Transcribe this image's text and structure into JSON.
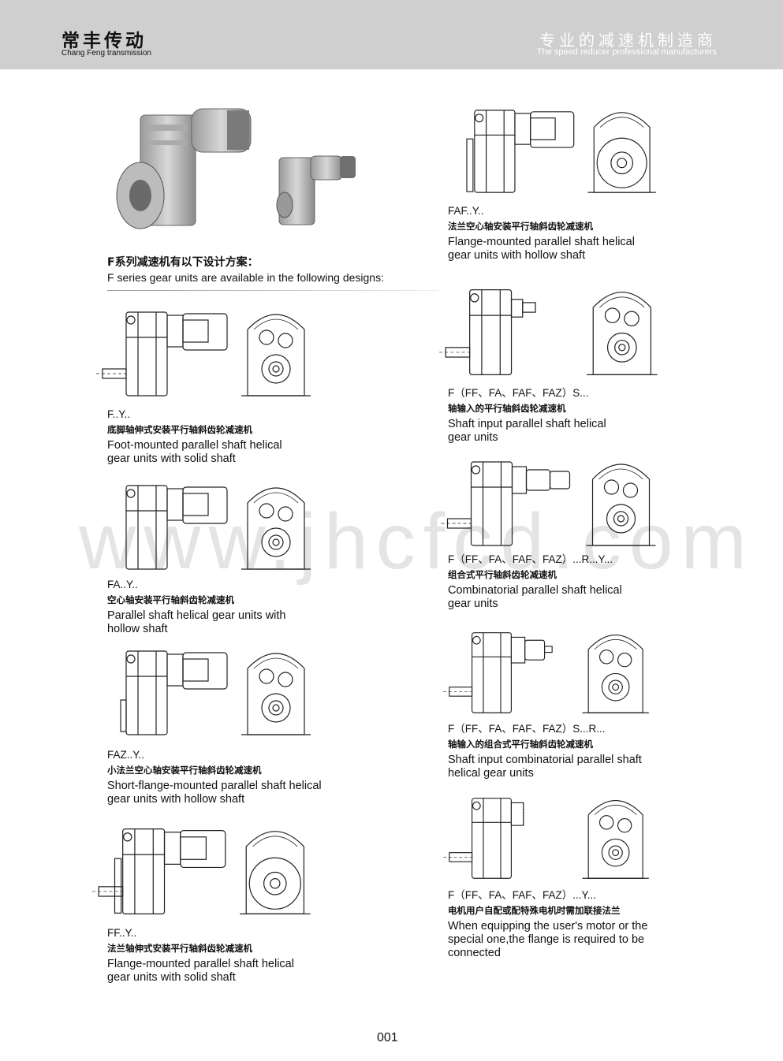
{
  "header": {
    "brand_cn": "常丰传动",
    "brand_en": "Chang Feng transmission",
    "slogan_cn": "专业的减速机制造商",
    "slogan_en": "The speed reducer professional manufacturers"
  },
  "watermark": "www.jhcfcd.com",
  "intro": {
    "cn": "F系列减速机有以下设计方案：",
    "en": "F series gear units are available in the following designs:"
  },
  "designs": [
    {
      "code": "F..Y..",
      "cn": "底脚轴伸式安装平行轴斜齿轮减速机",
      "en1": "Foot-mounted parallel shaft helical",
      "en2": "gear units with solid shaft"
    },
    {
      "code": "FA..Y..",
      "cn": "空心轴安装平行轴斜齿轮减速机",
      "en1": "Parallel shaft helical gear units with",
      "en2": "hollow shaft"
    },
    {
      "code": "FAZ..Y..",
      "cn": "小法兰空心轴安装平行轴斜齿轮减速机",
      "en1": "Short-flange-mounted parallel shaft helical",
      "en2": "gear units with hollow shaft"
    },
    {
      "code": "FF..Y..",
      "cn": "法兰轴伸式安装平行轴斜齿轮减速机",
      "en1": "Flange-mounted parallel shaft helical",
      "en2": "gear units with solid shaft"
    },
    {
      "code": "FAF..Y..",
      "cn": "法兰空心轴安装平行轴斜齿轮减速机",
      "en1": "Flange-mounted parallel shaft helical",
      "en2": "gear units with hollow shaft"
    },
    {
      "code": "F（FF、FA、FAF、FAZ）S...",
      "cn": "轴输入的平行轴斜齿轮减速机",
      "en1": "Shaft input parallel shaft helical",
      "en2": "gear units"
    },
    {
      "code": "F（FF、FA、FAF、FAZ）...R...Y...",
      "cn": "组合式平行轴斜齿轮减速机",
      "en1": "Combinatorial parallel shaft helical",
      "en2": "gear units"
    },
    {
      "code": "F（FF、FA、FAF、FAZ）S...R...",
      "cn": "轴输入的组合式平行轴斜齿轮减速机",
      "en1": "Shaft input combinatorial parallel shaft",
      "en2": "helical gear units"
    },
    {
      "code": "F（FF、FA、FAF、FAZ）...Y...",
      "cn": "电机用户自配或配特殊电机时需加联接法兰",
      "en1": "When equipping the user's motor or the",
      "en2": "special one,the flange is required to be",
      "en3": "connected"
    }
  ],
  "page_number": "001"
}
